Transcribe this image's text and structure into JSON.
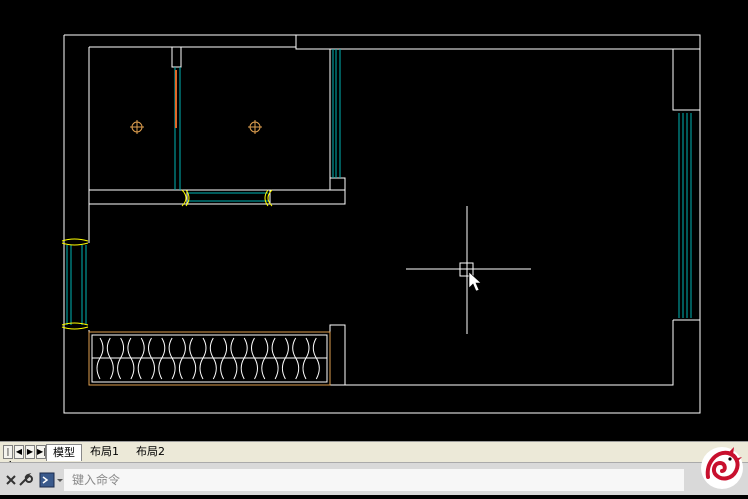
{
  "layout_tabs": {
    "model": "模型",
    "layout1": "布局1",
    "layout2": "布局2"
  },
  "navigation": {
    "first": "|◀",
    "prev": "◀",
    "next": "▶",
    "last": "▶|"
  },
  "command_line": {
    "placeholder": "键入命令"
  },
  "colors": {
    "canvas_bg": "#000000",
    "wall": "#ffffff",
    "window_line": "#00b3b3",
    "door_swing": "#ffff00",
    "accent_orange": "#e06a2a",
    "logo_red": "#c8102e"
  },
  "icons": {
    "close": "close-x-icon",
    "settings": "wrench-icon",
    "cmd_prompt": "command-prompt-icon",
    "app_logo": "dragon-logo-icon"
  }
}
